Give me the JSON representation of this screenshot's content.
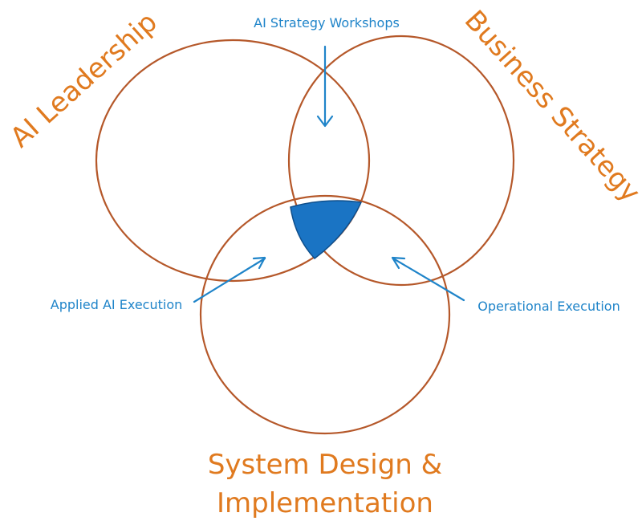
{
  "colors": {
    "circle_stroke": "#b5582a",
    "set_label": "#e07a1f",
    "annotation": "#1f84c9",
    "center_fill": "#1a74c4",
    "background": "#ffffff"
  },
  "diagram": {
    "sets": {
      "ai_leadership": "AI Leadership",
      "business_strategy": "Business Strategy",
      "system_design_line1": "System Design &",
      "system_design_line2": "Implementation"
    },
    "callouts": {
      "ai_strategy_workshops": "AI Strategy Workshops",
      "applied_ai_execution": "Applied AI Execution",
      "operational_execution": "Operational Execution"
    }
  }
}
